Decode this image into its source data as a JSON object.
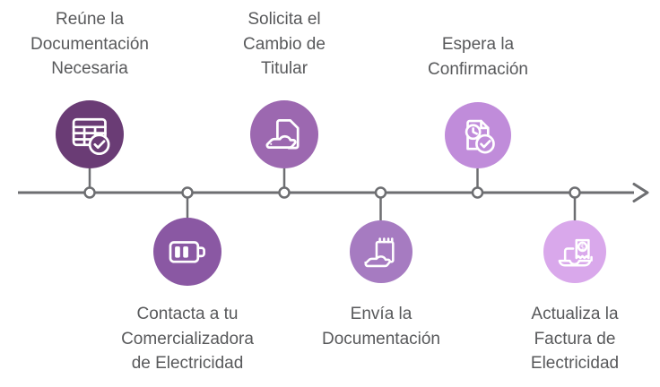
{
  "diagram": {
    "language": "es",
    "kind": "horizontal-timeline-process",
    "colors": {
      "background": "#ffffff",
      "timeline_line": "#6D6E71",
      "timeline_node_fill": "#ffffff",
      "label_text": "#58595B",
      "icon_stroke": "#ffffff"
    },
    "steps": [
      {
        "id": 1,
        "position": "top",
        "lines": [
          "Reúne la",
          "Documentación",
          "Necesaria"
        ],
        "label": "Reúne la Documentación Necesaria",
        "icon": "table-check-icon",
        "color": "#6A3C75"
      },
      {
        "id": 2,
        "position": "bottom",
        "lines": [
          "Contacta a tu",
          "Comercializadora",
          "de Electricidad"
        ],
        "label": "Contacta a tu Comercializadora de Electricidad",
        "icon": "battery-icon",
        "color": "#8A58A3"
      },
      {
        "id": 3,
        "position": "top",
        "lines": [
          "Solicita el",
          "Cambio de",
          "Titular"
        ],
        "label": "Solicita el Cambio de Titular",
        "icon": "document-hand-icon",
        "color": "#9C68B0"
      },
      {
        "id": 4,
        "position": "bottom",
        "lines": [
          "Envía la",
          "Documentación"
        ],
        "label": "Envía la Documentación",
        "icon": "notepad-hand-icon",
        "color": "#A67BC1"
      },
      {
        "id": 5,
        "position": "top",
        "lines": [
          "Espera la",
          "Confirmación"
        ],
        "label": "Espera la Confirmación",
        "icon": "document-clock-check-icon",
        "color": "#C08CDA"
      },
      {
        "id": 6,
        "position": "bottom",
        "lines": [
          "Actualiza la",
          "Factura de",
          "Electricidad"
        ],
        "label": "Actualiza la Factura de Electricidad",
        "icon": "laptop-invoice-icon",
        "color": "#D9A8EB"
      }
    ]
  }
}
